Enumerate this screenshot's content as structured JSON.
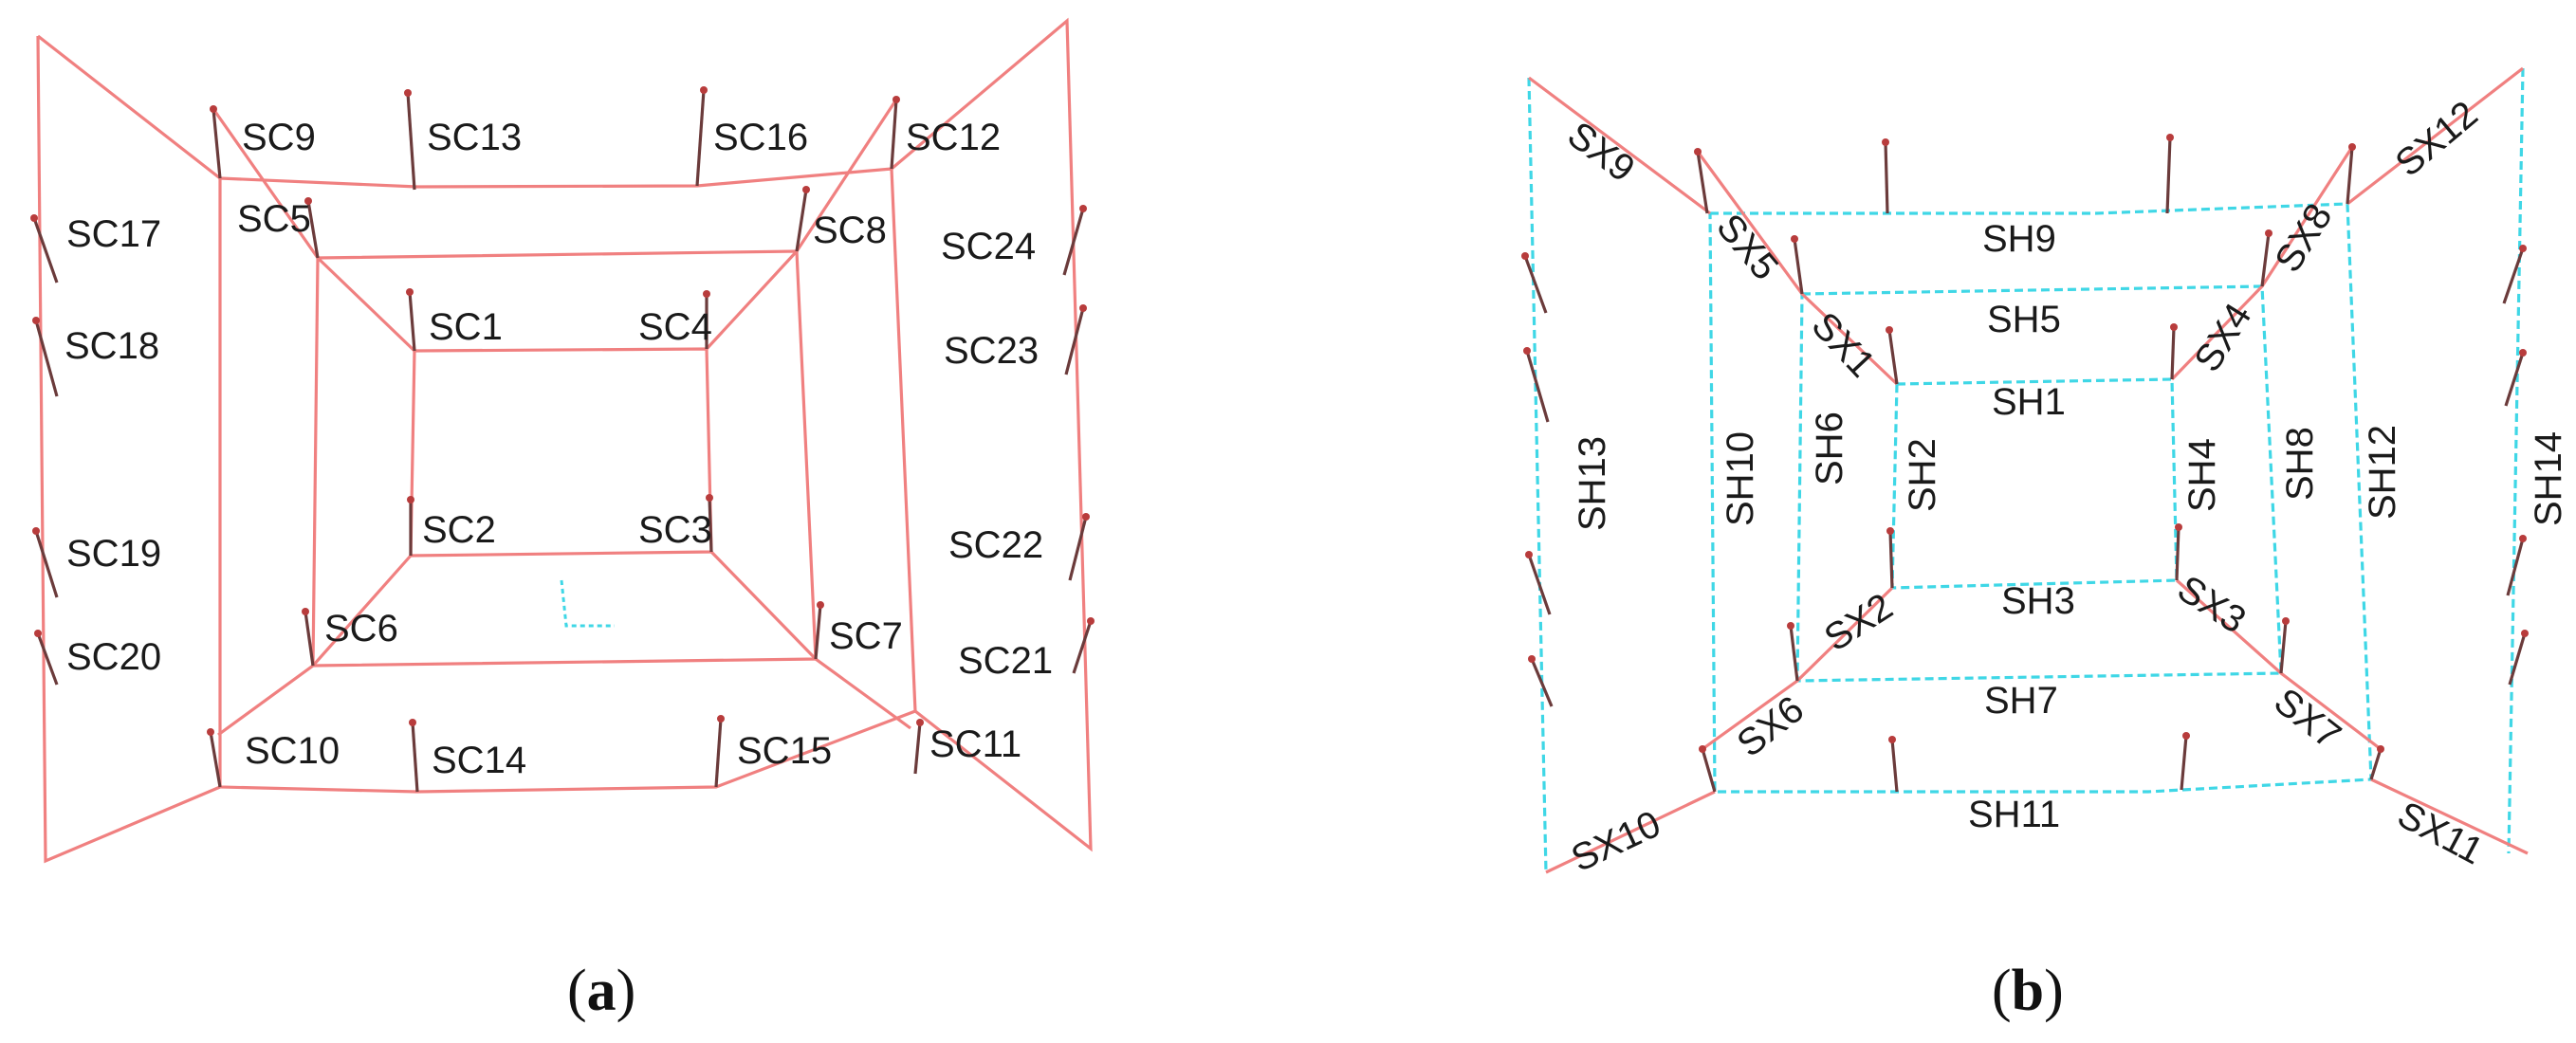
{
  "panel_a": {
    "caption_open": "(",
    "caption_letter": "a",
    "caption_close": ")",
    "labels": [
      "SC1",
      "SC2",
      "SC3",
      "SC4",
      "SC5",
      "SC6",
      "SC7",
      "SC8",
      "SC9",
      "SC10",
      "SC11",
      "SC12",
      "SC13",
      "SC14",
      "SC15",
      "SC16",
      "SC17",
      "SC18",
      "SC19",
      "SC20",
      "SC21",
      "SC22",
      "SC23",
      "SC24"
    ]
  },
  "panel_b": {
    "caption_open": "(",
    "caption_letter": "b",
    "caption_close": ")",
    "sh_labels": [
      "SH1",
      "SH2",
      "SH3",
      "SH4",
      "SH5",
      "SH6",
      "SH7",
      "SH8",
      "SH9",
      "SH10",
      "SH11",
      "SH12",
      "SH13",
      "SH14"
    ],
    "sx_labels": [
      "SX1",
      "SX2",
      "SX3",
      "SX4",
      "SX5",
      "SX6",
      "SX7",
      "SX8",
      "SX9",
      "SX10",
      "SX11",
      "SX12"
    ]
  },
  "colors": {
    "frame_red": "#f08080",
    "frame_cyan": "#3fd7e6",
    "post": "#6b3b3b",
    "node": "#b83c3c"
  }
}
